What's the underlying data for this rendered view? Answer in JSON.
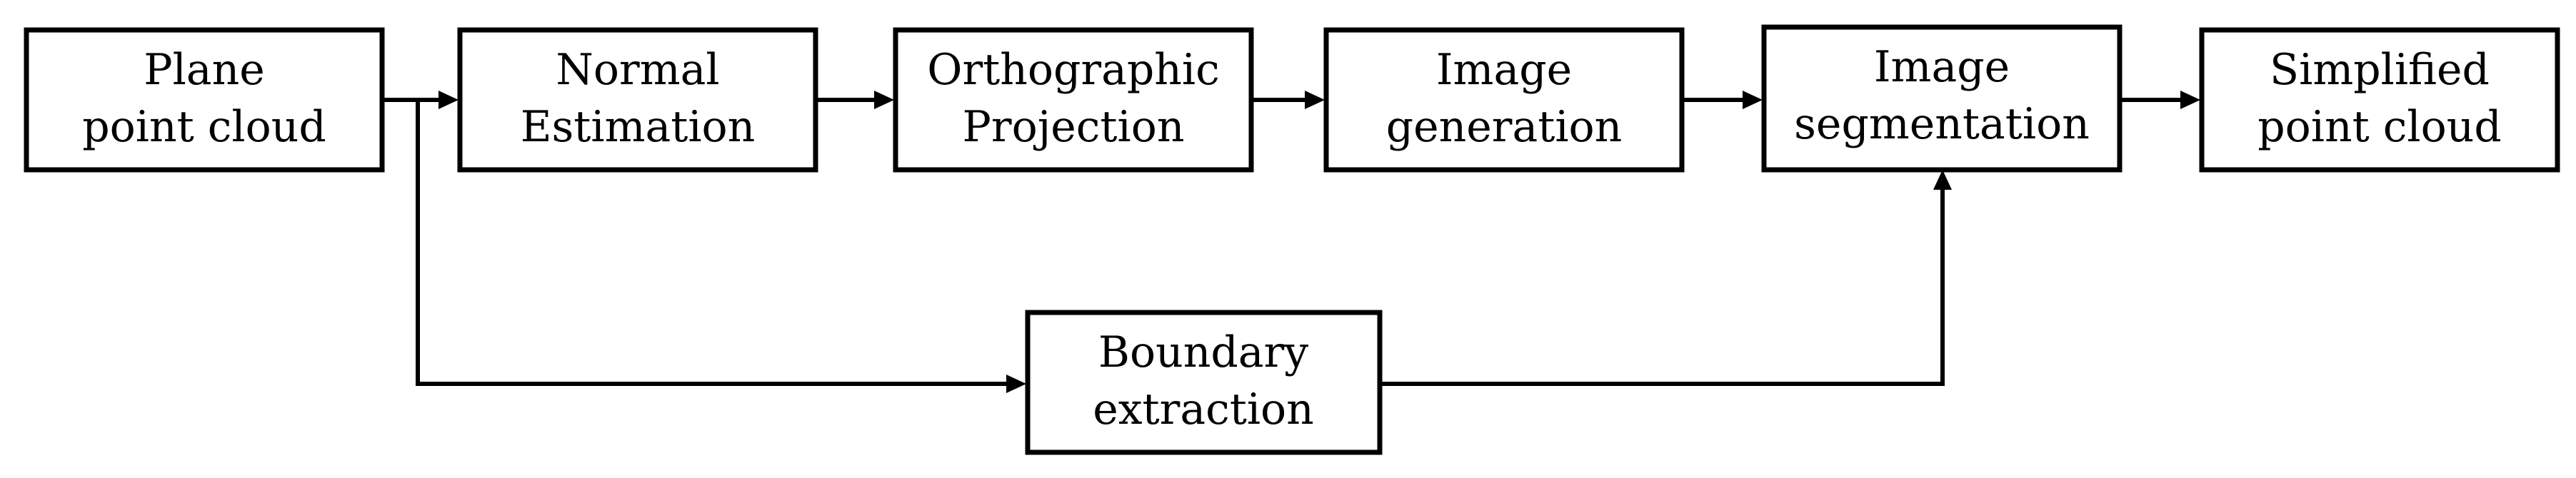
{
  "nodes": {
    "plane_point_cloud": {
      "line1": "Plane",
      "line2": "point cloud"
    },
    "normal_estimation": {
      "line1": "Normal",
      "line2": "Estimation"
    },
    "orthographic_projection": {
      "line1": "Orthographic",
      "line2": "Projection"
    },
    "image_generation": {
      "line1": "Image",
      "line2": "generation"
    },
    "image_segmentation": {
      "line1": "Image",
      "line2": "segmentation"
    },
    "simplified_point_cloud": {
      "line1": "Simplified",
      "line2": "point cloud"
    },
    "boundary_extraction": {
      "line1": "Boundary",
      "line2": "extraction"
    }
  },
  "edges": [
    {
      "from": "plane_point_cloud",
      "to": "normal_estimation"
    },
    {
      "from": "normal_estimation",
      "to": "orthographic_projection"
    },
    {
      "from": "orthographic_projection",
      "to": "image_generation"
    },
    {
      "from": "image_generation",
      "to": "image_segmentation"
    },
    {
      "from": "image_segmentation",
      "to": "simplified_point_cloud"
    },
    {
      "from": "plane_point_cloud",
      "to": "boundary_extraction"
    },
    {
      "from": "boundary_extraction",
      "to": "image_segmentation"
    }
  ],
  "colors": {
    "stroke": "#000000",
    "fill": "#ffffff",
    "text": "#000000"
  }
}
